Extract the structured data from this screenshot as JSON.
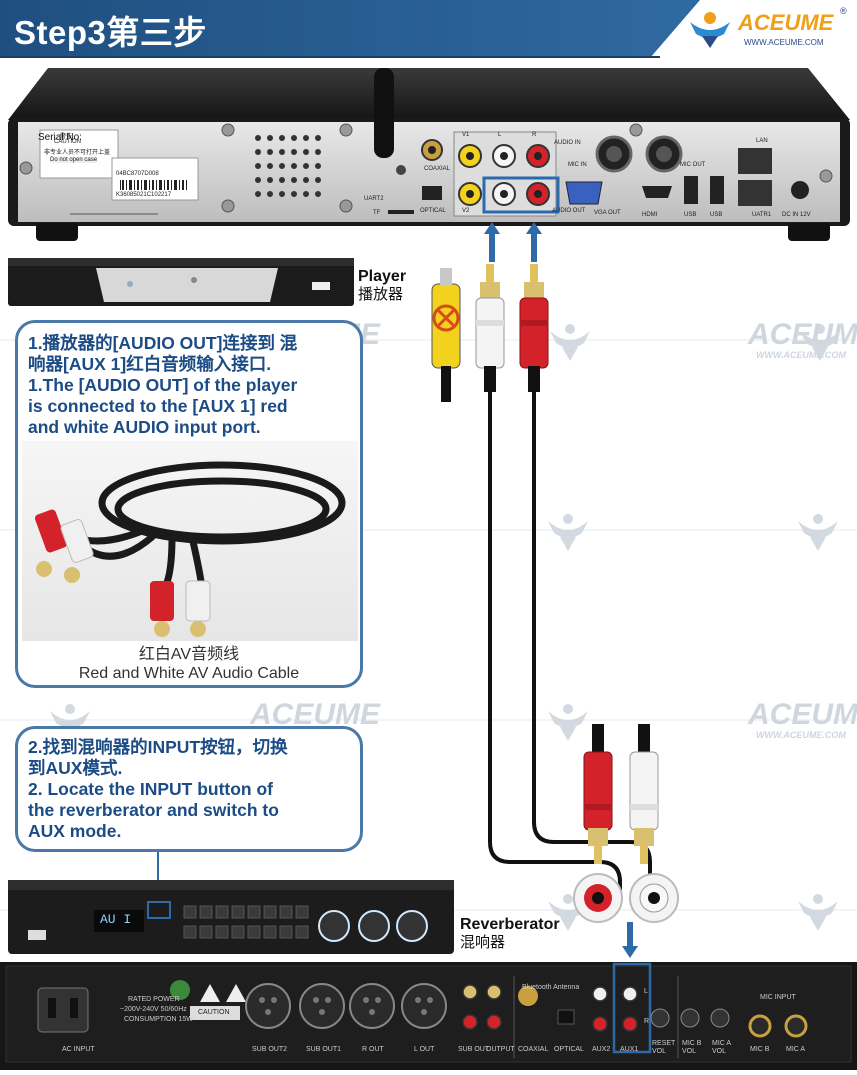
{
  "header": {
    "step_title": "Step3第三步",
    "brand": "ACEUME",
    "brand_url": "WWW.ACEUME.COM",
    "registered_mark": "®"
  },
  "watermark": {
    "text": "ACEUME",
    "url": "WWW.ACEUME.COM"
  },
  "player_rear_panel": {
    "serial_label": "Serial No:",
    "warning_cn": "警告",
    "caution": "CAUTION",
    "warning_cn_2": "非专业人员不可打开上盖",
    "do_not_open": "Do not open case",
    "barcode_1": "04BC8707D008",
    "barcode_2": "K36085021C102217",
    "port_labels": {
      "uart2": "UART2",
      "tf": "TF",
      "coaxial": "COAXIAL",
      "optical": "OPTICAL",
      "v1": "V1",
      "v2": "V2",
      "l": "L",
      "r": "R",
      "audio_in": "AUDIO IN",
      "audio_out": "AUDIO OUT",
      "mic_in": "MIC IN",
      "mic_out": "MIC OUT",
      "vga_out": "VGA OUT",
      "hdmi": "HDMI",
      "usb": "USB",
      "lan": "LAN",
      "uatr1": "UATR1",
      "dc": "DC IN 12V"
    }
  },
  "player_label": {
    "en": "Player",
    "cn": "播放器"
  },
  "instruction_1": {
    "lines": [
      "1.播放器的[AUDIO OUT]连接到 混",
      "响器[AUX 1]红白音频输入接口.",
      "1.The [AUDIO OUT] of the player",
      "is connected to the [AUX 1] red",
      "and white AUDIO input port."
    ],
    "caption_cn": "红白AV音频线",
    "caption_en": "Red and White AV Audio Cable"
  },
  "instruction_2": {
    "lines": [
      "2.找到混响器的INPUT按钮，切换",
      "到AUX模式.",
      "2. Locate the INPUT button of",
      "the reverberator and switch to",
      "AUX mode."
    ]
  },
  "reverberator_label": {
    "en": "Reverberator",
    "cn": "混响器"
  },
  "reverb_front": {
    "display": "AU I"
  },
  "reverb_rear_panel": {
    "rated_power": "RATED POWER",
    "voltage": "~200V-240V 50/60Hz",
    "consumption": "CONSUMPTION 15W",
    "caution": "CAUTION",
    "ports": [
      "AC INPUT",
      "SUB OUT2",
      "SUB OUT1",
      "R OUT",
      "L OUT",
      "SUB OUT",
      "OUTPUT",
      "COAXIAL",
      "OPTICAL",
      "AUX2",
      "AUX1",
      "RESET VOL",
      "MIC B VOL",
      "MIC A VOL",
      "MIC B",
      "MIC A"
    ],
    "bluetooth": "Bluetooth Antenna",
    "mic_input": "MIC INPUT",
    "l": "L",
    "r": "R"
  },
  "colors": {
    "header_blue": "#2a5b8c",
    "text_blue": "#1c4c86",
    "box_border": "#4a78a8",
    "arrow_blue": "#3a6ea8",
    "rca_red": "#d4222a",
    "rca_white": "#eeeeee",
    "rca_yellow": "#f2d21c"
  }
}
